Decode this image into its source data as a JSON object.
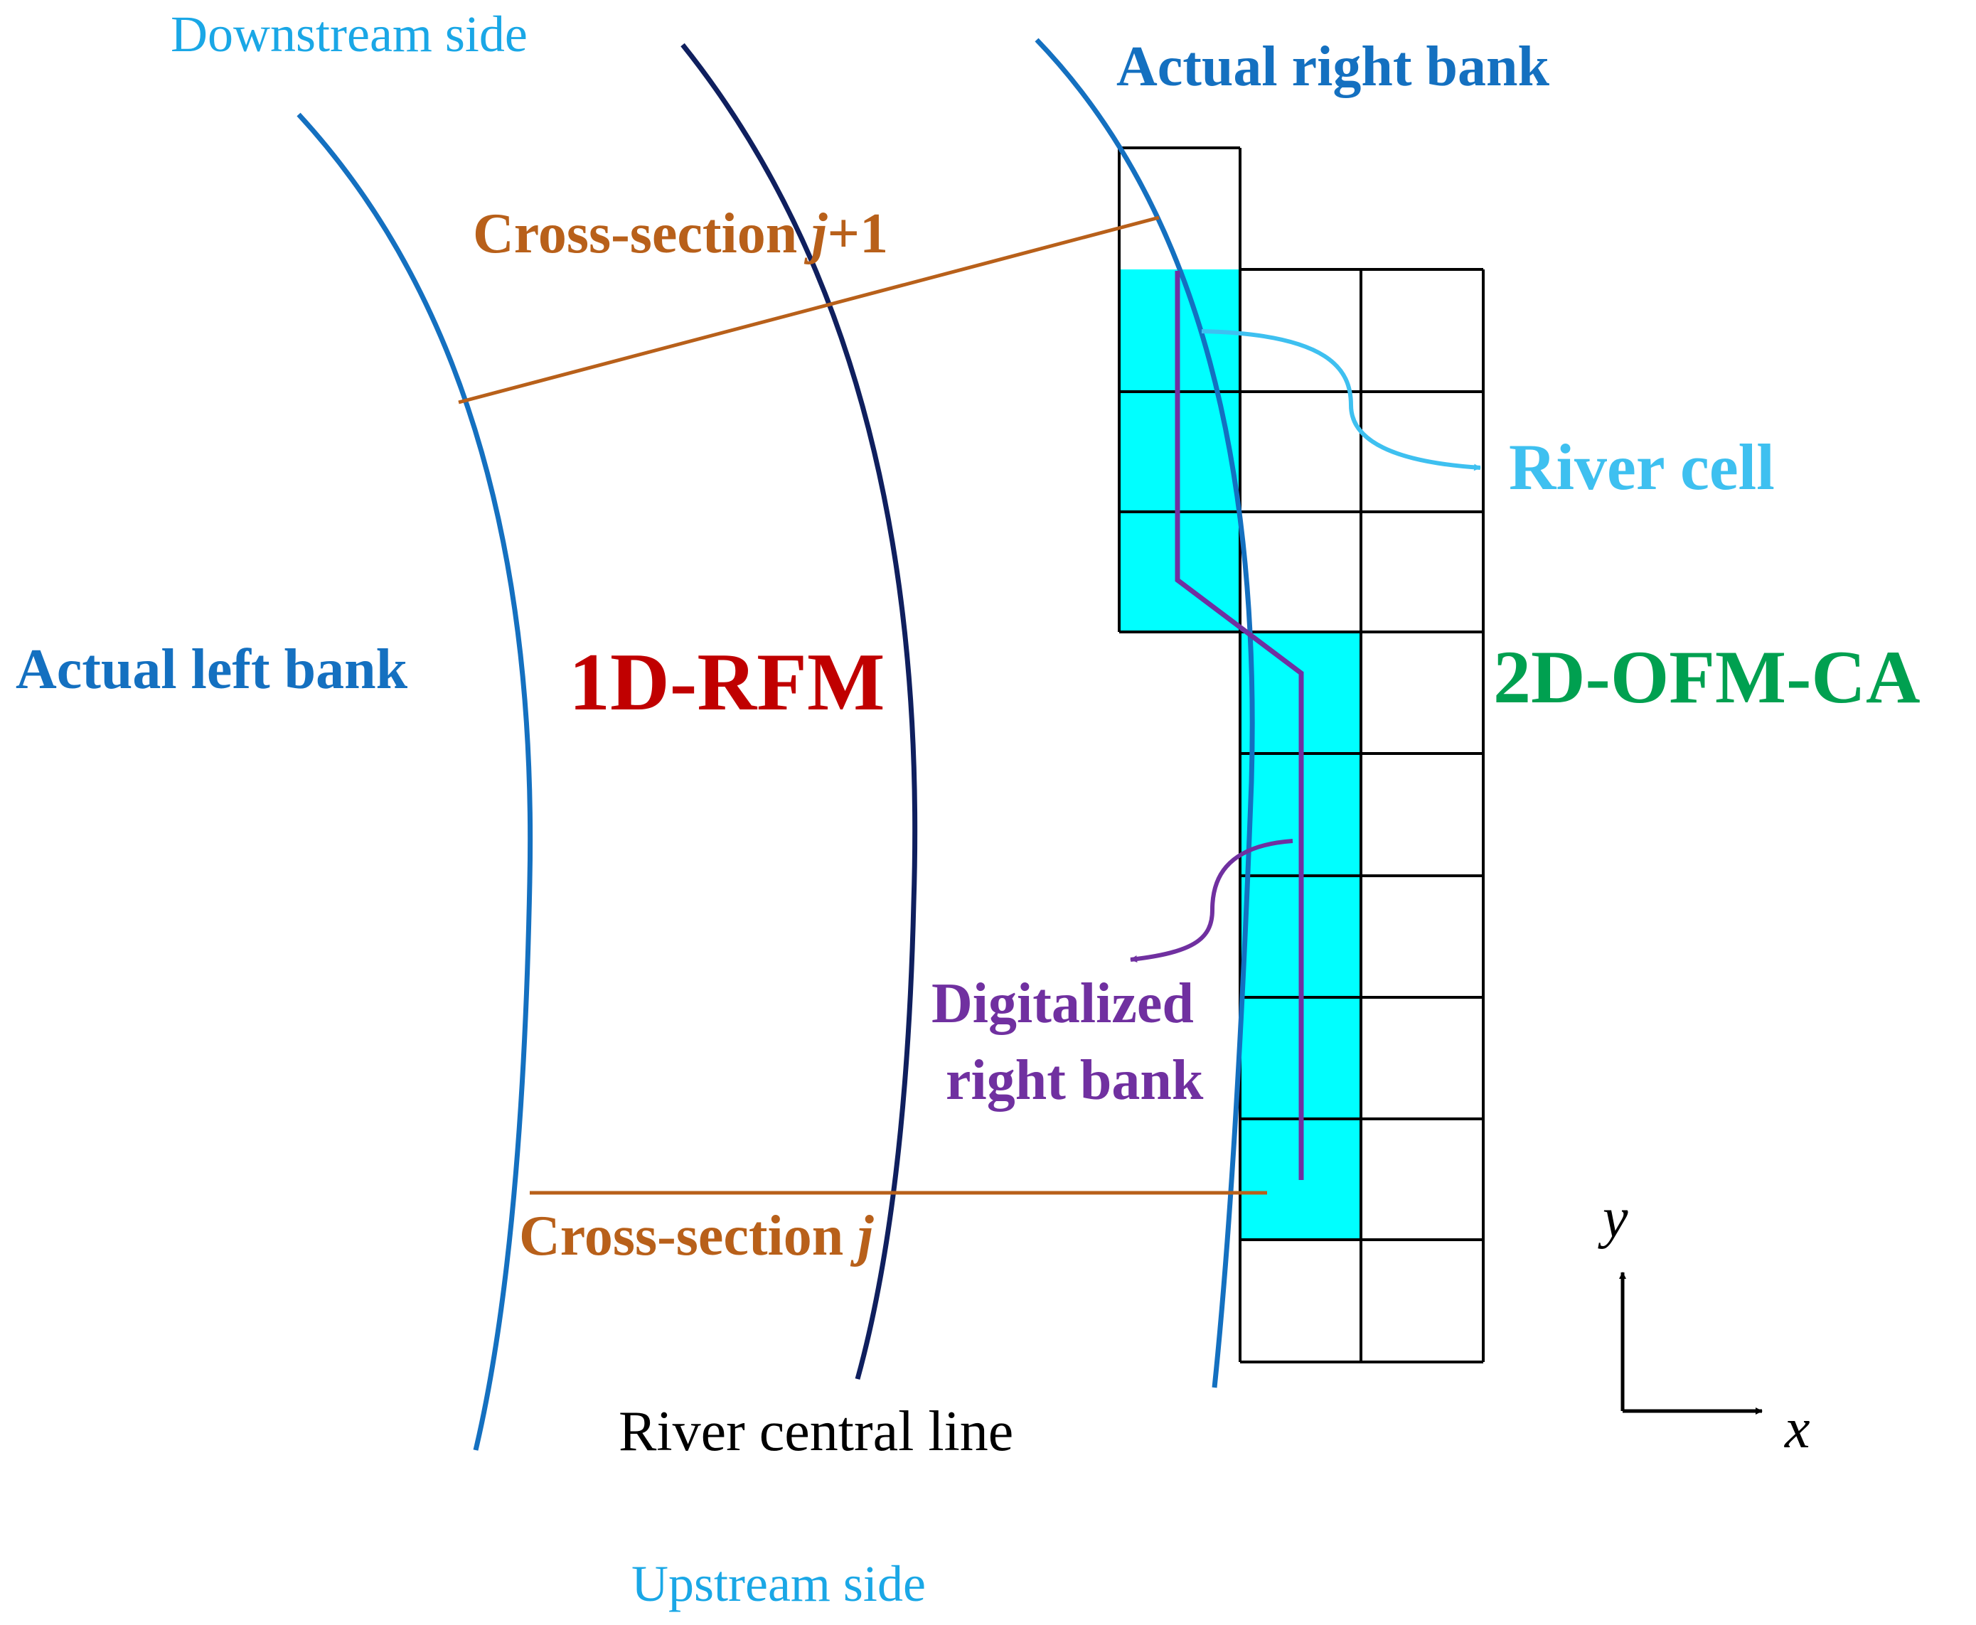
{
  "labels": {
    "downstream": "Downstream side",
    "upstream": "Upstream side",
    "actual_right_bank": "Actual right bank",
    "actual_left_bank": "Actual left bank",
    "cross_section_top_prefix": "Cross-section ",
    "cross_section_top_var": "j",
    "cross_section_top_suffix": "+1",
    "cross_section_bottom_prefix": "Cross-section ",
    "cross_section_bottom_var": "j",
    "river_cell": "River cell",
    "model_1d": "1D-RFM",
    "model_2d": "2D-OFM-CA",
    "digitalized_line1": "Digitalized",
    "digitalized_line2": "right bank",
    "river_central_line": "River central line",
    "axis_x": "x",
    "axis_y": "y"
  },
  "colors": {
    "downstream_upstream": "#1aa7e6",
    "bank_blue": "#1470c0",
    "central_line": "#0f1f5e",
    "cross_section": "#b8601a",
    "river_cell_text": "#3ec0f0",
    "river_cell_fill": "#00ffff",
    "model_1d": "#c00000",
    "model_2d": "#00a050",
    "digitalized": "#7030a0",
    "grid_stroke": "#000000"
  }
}
